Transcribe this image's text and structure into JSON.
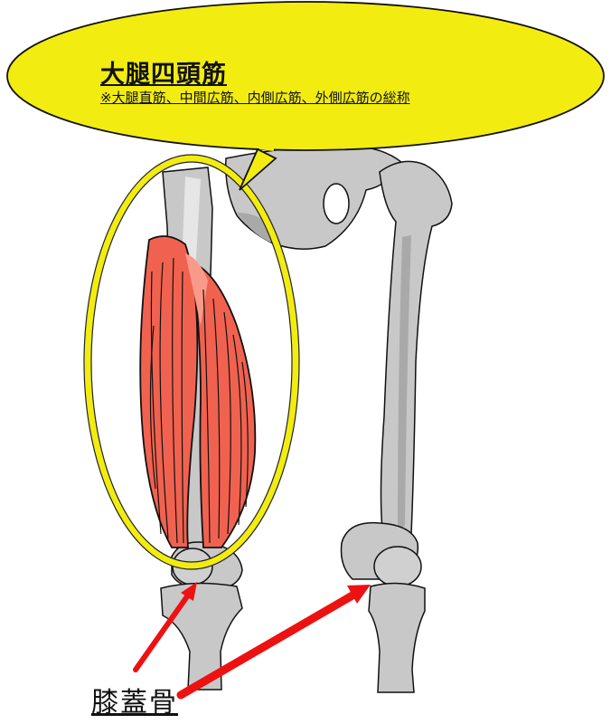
{
  "title": "大腿四頭筋",
  "subtitle": "※大腿直筋、中間広筋、内側広筋、外側広筋の総称",
  "patella_label": "膝蓋骨",
  "colors": {
    "callout_fill": "#f2ec10",
    "highlight_outline": "#f2ec10",
    "bone": "#c8c8c8",
    "bone_shadow": "#a9a9a9",
    "muscle": "#f0624f",
    "muscle_light": "#f79a8a",
    "arrow": "#ee1111",
    "outline": "#111111"
  },
  "icons": {
    "callout": "speech-bubble",
    "highlight": "ellipse-outline",
    "pointer": "arrow"
  }
}
